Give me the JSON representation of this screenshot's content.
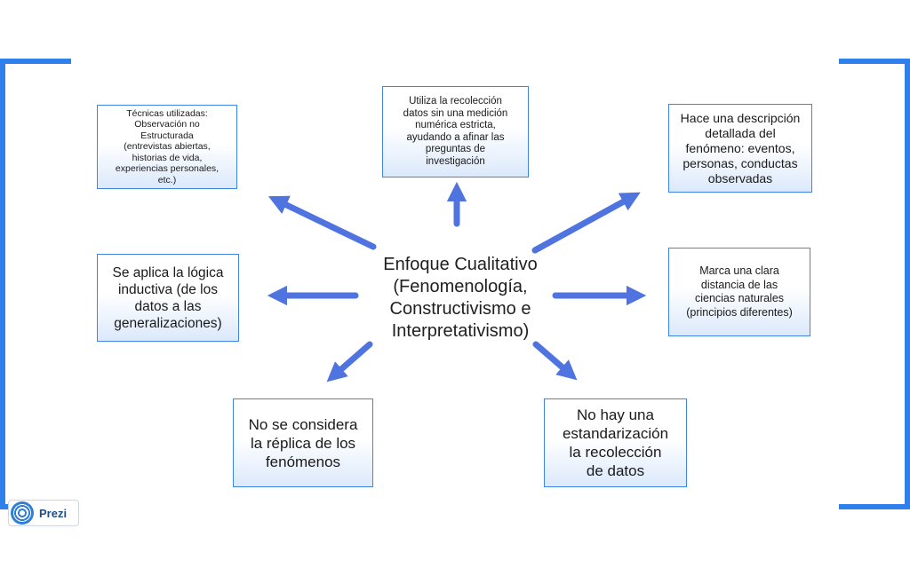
{
  "center": {
    "title": "Enfoque Cualitativo\n(Fenomenología,\nConstructivismo e\nInterpretativismo)"
  },
  "boxes": {
    "top_left": "Técnicas utilizadas:\nObservación no\nEstructurada\n(entrevistas abiertas,\nhistorias de vida,\nexperiencias personales,\netc.)",
    "top_center": "Utiliza la recolección\ndatos sin una medición\nnumérica estricta,\nayudando a afinar las\npreguntas de\ninvestigación",
    "top_right": "Hace una descripción\ndetallada del\nfenómeno: eventos,\npersonas, conductas\nobservadas",
    "middle_left": "Se aplica la lógica\ninductiva (de los\ndatos a las\ngeneralizaciones)",
    "middle_right": "Marca una clara\ndistancia de las\nciencias naturales\n(principios diferentes)",
    "bottom_left": "No se considera\nla réplica de los\nfenómenos",
    "bottom_right": "No hay una\nestandarización\nla recolección\nde datos"
  },
  "branding": {
    "label": "Prezi"
  },
  "colors": {
    "accent": "#2f80ed",
    "arrow": "#4f74e0",
    "box_border": "#3d86e8"
  }
}
